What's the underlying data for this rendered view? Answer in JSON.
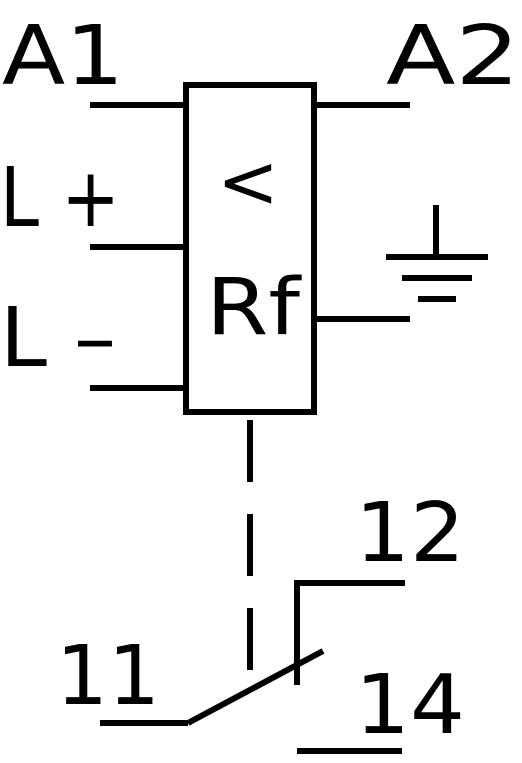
{
  "terminals": {
    "a1": "A1",
    "a2": "A2",
    "l_plus": "L +",
    "l_minus": "L –"
  },
  "relay": {
    "symbol": "<",
    "label": "Rf"
  },
  "contacts": {
    "common": "11",
    "nc": "12",
    "no": "14"
  },
  "icons": {
    "ground": "ground-icon"
  },
  "colors": {
    "line": "#000000",
    "background": "#ffffff"
  }
}
